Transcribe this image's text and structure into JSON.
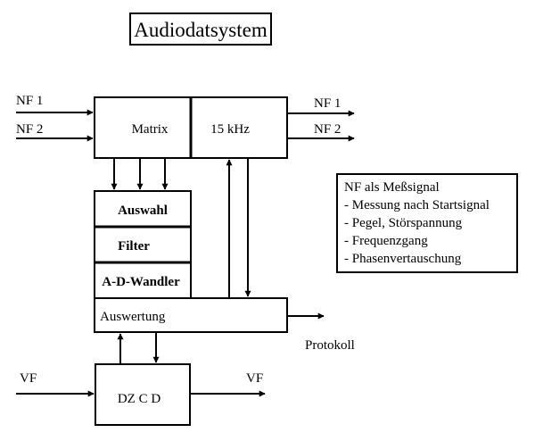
{
  "title": "Audiodatsystem",
  "inputs": {
    "nf1": "NF 1",
    "nf2": "NF 2",
    "vf": "VF"
  },
  "outputs": {
    "nf1": "NF 1",
    "nf2": "NF 2",
    "vf": "VF",
    "protokoll": "Protokoll"
  },
  "blocks": {
    "matrix": "Matrix",
    "khz": "15 kHz",
    "auswahl": "Auswahl",
    "filter": "Filter",
    "ad_wandler": "A-D-Wandler",
    "auswertung": "Auswertung",
    "dzcd": "DZ C D"
  },
  "info_box": {
    "heading": "NF als Meßsignal",
    "items": [
      "- Messung nach Startsignal",
      "- Pegel, Störspannung",
      "- Frequenzgang",
      "- Phasenvertauschung"
    ]
  }
}
